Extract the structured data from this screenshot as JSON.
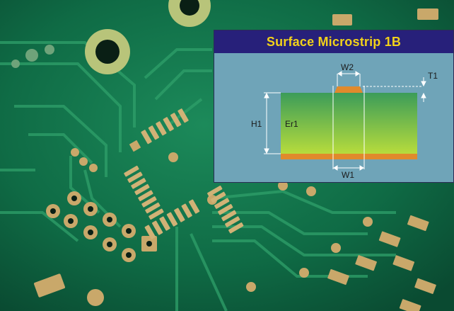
{
  "title": "Surface Microstrip 1B",
  "labels": {
    "trace_width": "W2",
    "trace_thickness": "T1",
    "dielectric_height": "H1",
    "dielectric_constant": "Er1",
    "base_width": "W1"
  },
  "colors": {
    "header": "#27207a",
    "title": "#f2d21a",
    "inset_background": "#6fa4b8",
    "copper": "#e08a2c",
    "dielectric_top": "#3b9c59",
    "dielectric_bottom": "#b7dc3c",
    "board": "#0f6b45",
    "pad": "#c9a86a"
  }
}
